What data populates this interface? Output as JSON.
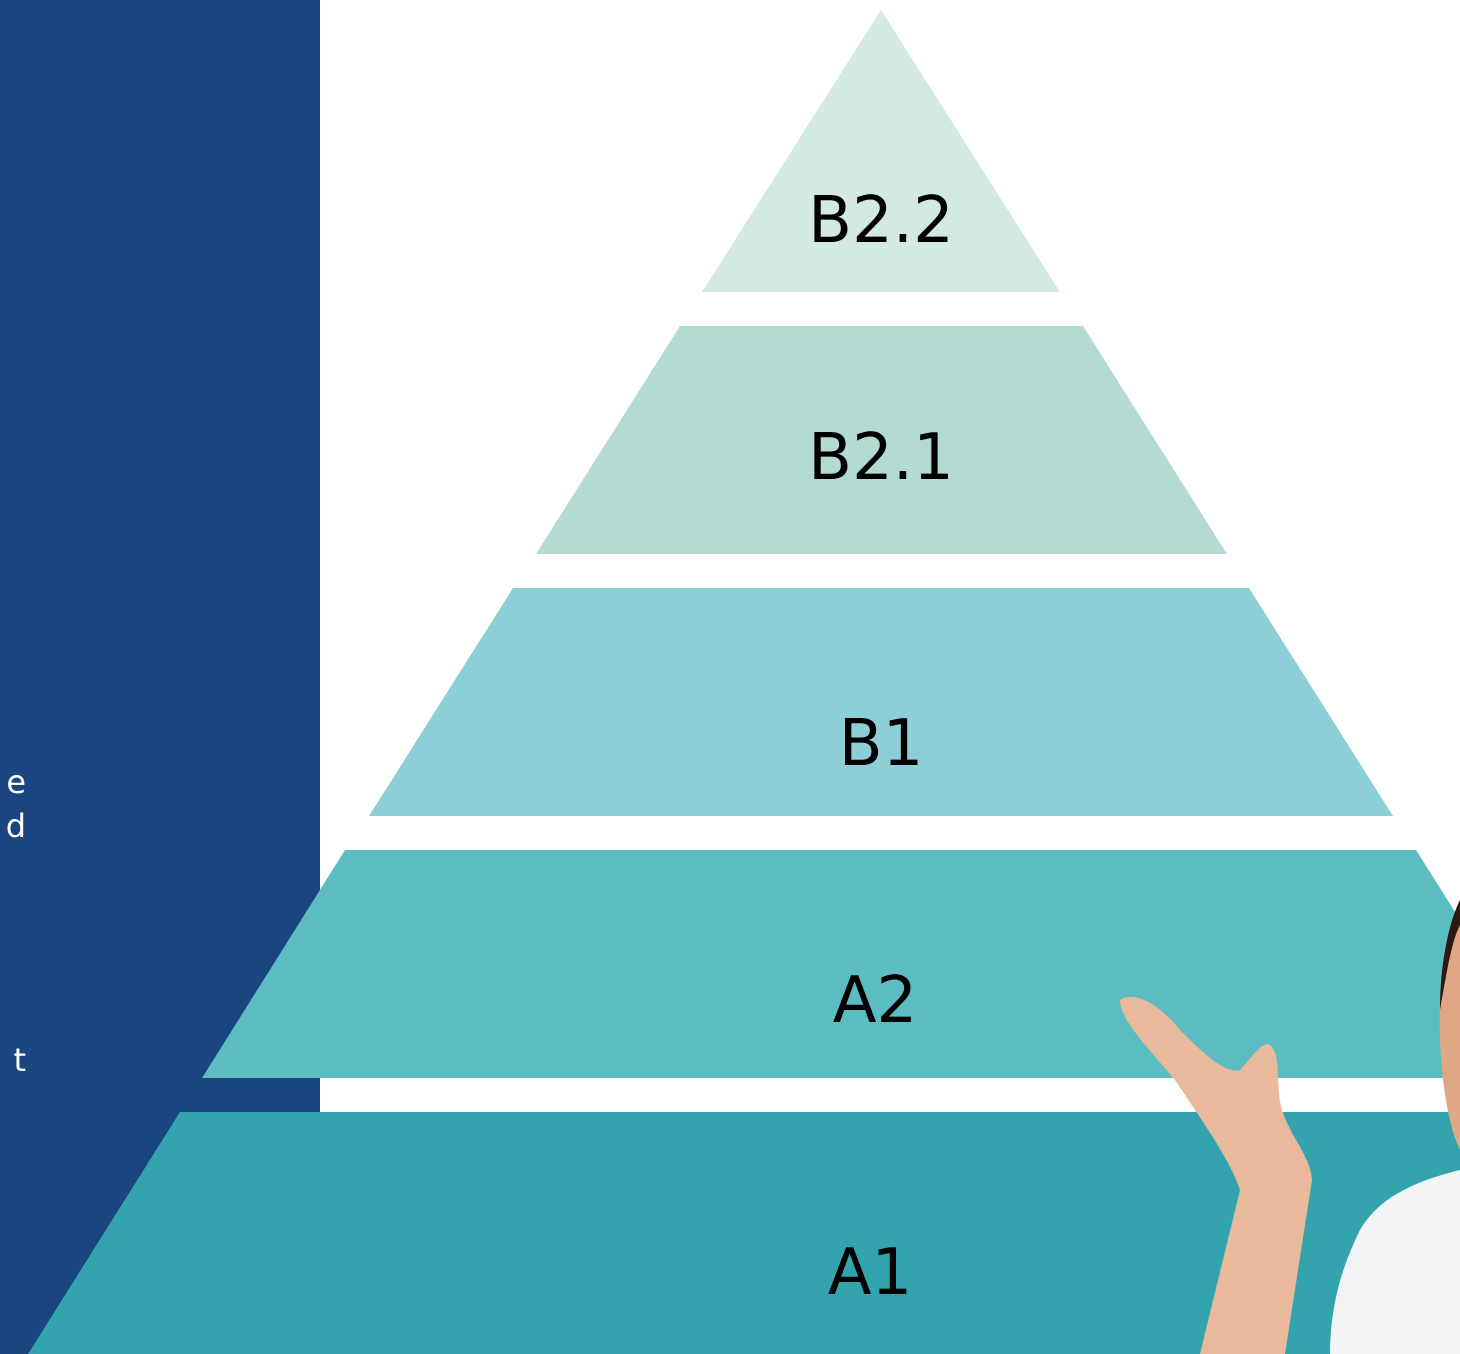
{
  "side_text_fragments": [
    "e",
    "d",
    "t"
  ],
  "tiers": [
    {
      "label": "B2.2",
      "color": "#d3e9e3"
    },
    {
      "label": "B2.1",
      "color": "#b3dbd4"
    },
    {
      "label": "B1",
      "color": "#8ccfd6"
    },
    {
      "label": "A2",
      "color": "#5bbdc1"
    },
    {
      "label": "A1",
      "color": "#33a4ad"
    }
  ],
  "colors": {
    "side_panel": "#1a4580",
    "background": "#ffffff"
  }
}
